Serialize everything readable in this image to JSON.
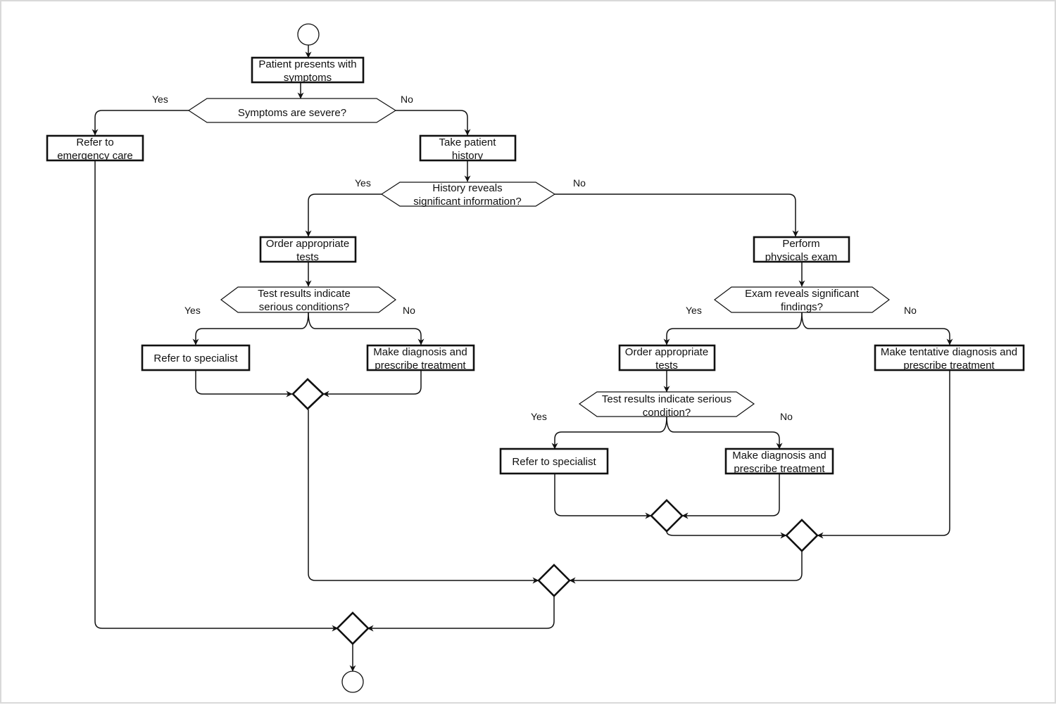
{
  "diagram": {
    "nodes": {
      "patient_presents": [
        "Patient presents with",
        "symptoms"
      ],
      "symptoms_severe": [
        "Symptoms are severe?"
      ],
      "refer_emergency": [
        "Refer to",
        "emergency care"
      ],
      "take_history": [
        "Take patient",
        "history"
      ],
      "history_reveals": [
        "History reveals",
        "significant information?"
      ],
      "order_tests_left": [
        "Order appropriate",
        "tests"
      ],
      "perform_exam": [
        "Perform",
        "physicals exam"
      ],
      "test_results_left": [
        "Test results indicate",
        "serious conditions?"
      ],
      "exam_reveals": [
        "Exam reveals significant",
        "findings?"
      ],
      "refer_specialist_left": [
        "Refer to specialist"
      ],
      "make_diagnosis_left": [
        "Make diagnosis and",
        "prescribe treatment"
      ],
      "order_tests_right": [
        "Order appropriate",
        "tests"
      ],
      "make_tentative": [
        "Make tentative diagnosis and",
        "prescribe treatment"
      ],
      "test_results_right": [
        "Test results indicate serious",
        "condition?"
      ],
      "refer_specialist_right": [
        "Refer to specialist"
      ],
      "make_diagnosis_right": [
        "Make diagnosis and",
        "prescribe treatment"
      ]
    },
    "branches": {
      "symptoms_severe_yes": "Yes",
      "symptoms_severe_no": "No",
      "history_yes": "Yes",
      "history_no": "No",
      "test_left_yes": "Yes",
      "test_left_no": "No",
      "exam_yes": "Yes",
      "exam_no": "No",
      "test_right_yes": "Yes",
      "test_right_no": "No"
    }
  }
}
